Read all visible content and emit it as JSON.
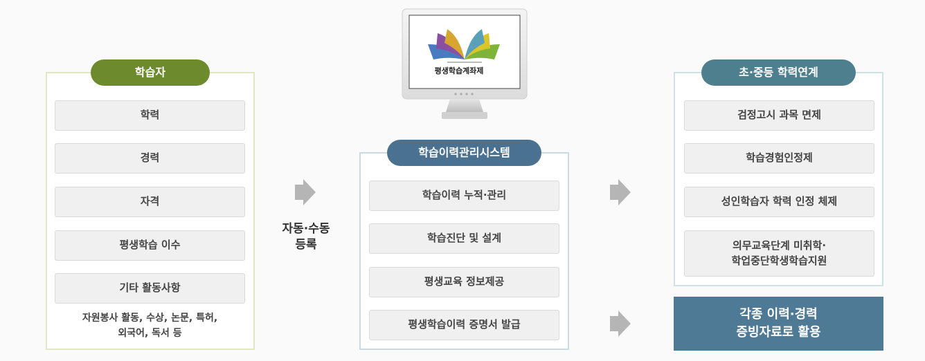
{
  "learner": {
    "title": "학습자",
    "items": [
      "학력",
      "경력",
      "자격",
      "평생학습 이수",
      "기타 활동사항"
    ],
    "note_line1": "자원봉사 활동, 수상, 논문, 특허,",
    "note_line2": "외국어, 독서 등"
  },
  "registration": {
    "line1": "자동·수동",
    "line2": "등록"
  },
  "monitor": {
    "label": "평생학습계좌제"
  },
  "system": {
    "title": "학습이력관리시스템",
    "items": [
      "학습이력 누적·관리",
      "학습진단 및 설계",
      "평생교육 정보제공",
      "평생학습이력 증명서 발급"
    ]
  },
  "linkage": {
    "title": "초·중등 학력연계",
    "items": [
      "검정고시 과목 면제",
      "학습경험인정제",
      "성인학습자 학력 인정 체제"
    ],
    "item4_line1": "의무교육단계 미취학·",
    "item4_line2": "학업중단학생학습지원"
  },
  "result": {
    "line1": "각종 이력·경력",
    "line2": "증빙자료로 활용"
  },
  "colors": {
    "learner_accent": "#6d8b2c",
    "system_accent": "#4b7190",
    "linkage_accent": "#4e7f8f",
    "result_fill": "#4f7a96",
    "arrow_fill": "#b5b5b5"
  },
  "icons": [
    "chevron-arrow-icon",
    "monitor-icon",
    "open-book-logo-icon"
  ]
}
